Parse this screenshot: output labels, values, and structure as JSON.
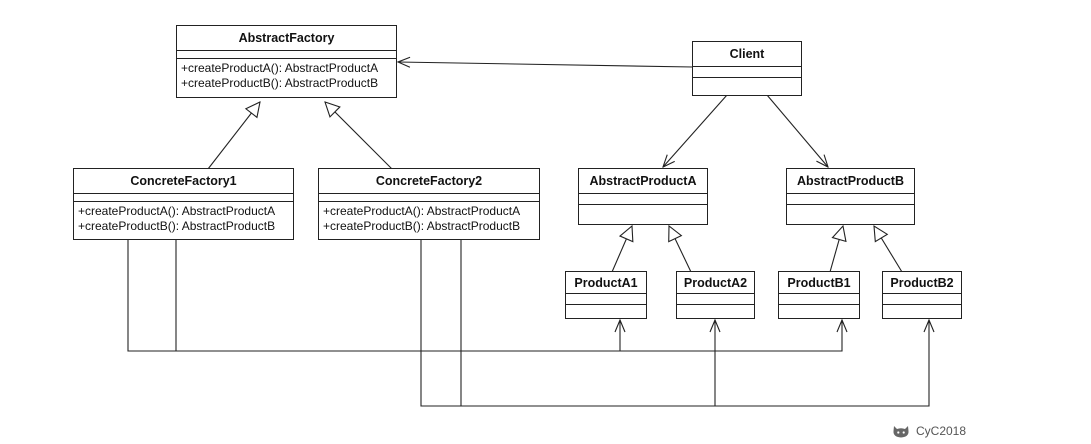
{
  "classes": {
    "abstract_factory": {
      "name": "AbstractFactory",
      "operations": [
        "+createProductA(): AbstractProductA",
        "+createProductB(): AbstractProductB"
      ]
    },
    "concrete_factory_1": {
      "name": "ConcreteFactory1",
      "operations": [
        "+createProductA(): AbstractProductA",
        "+createProductB(): AbstractProductB"
      ]
    },
    "concrete_factory_2": {
      "name": "ConcreteFactory2",
      "operations": [
        "+createProductA(): AbstractProductA",
        "+createProductB(): AbstractProductB"
      ]
    },
    "client": {
      "name": "Client"
    },
    "abstract_product_a": {
      "name": "AbstractProductA"
    },
    "abstract_product_b": {
      "name": "AbstractProductB"
    },
    "product_a1": {
      "name": "ProductA1"
    },
    "product_a2": {
      "name": "ProductA2"
    },
    "product_b1": {
      "name": "ProductB1"
    },
    "product_b2": {
      "name": "ProductB2"
    }
  },
  "relationships": [
    {
      "from": "ConcreteFactory1",
      "to": "AbstractFactory",
      "type": "generalization"
    },
    {
      "from": "ConcreteFactory2",
      "to": "AbstractFactory",
      "type": "generalization"
    },
    {
      "from": "Client",
      "to": "AbstractFactory",
      "type": "association"
    },
    {
      "from": "Client",
      "to": "AbstractProductA",
      "type": "association"
    },
    {
      "from": "Client",
      "to": "AbstractProductB",
      "type": "association"
    },
    {
      "from": "ProductA1",
      "to": "AbstractProductA",
      "type": "generalization"
    },
    {
      "from": "ProductA2",
      "to": "AbstractProductA",
      "type": "generalization"
    },
    {
      "from": "ProductB1",
      "to": "AbstractProductB",
      "type": "generalization"
    },
    {
      "from": "ProductB2",
      "to": "AbstractProductB",
      "type": "generalization"
    },
    {
      "from": "ConcreteFactory1",
      "to": "ProductA1",
      "type": "dependency"
    },
    {
      "from": "ConcreteFactory1",
      "to": "ProductB1",
      "type": "dependency"
    },
    {
      "from": "ConcreteFactory2",
      "to": "ProductA2",
      "type": "dependency"
    },
    {
      "from": "ConcreteFactory2",
      "to": "ProductB2",
      "type": "dependency"
    }
  ],
  "watermark": {
    "text": "CyC2018",
    "icon": "github-octocat-icon"
  },
  "colors": {
    "line": "#222222",
    "background": "#ffffff",
    "watermark": "#555555"
  }
}
